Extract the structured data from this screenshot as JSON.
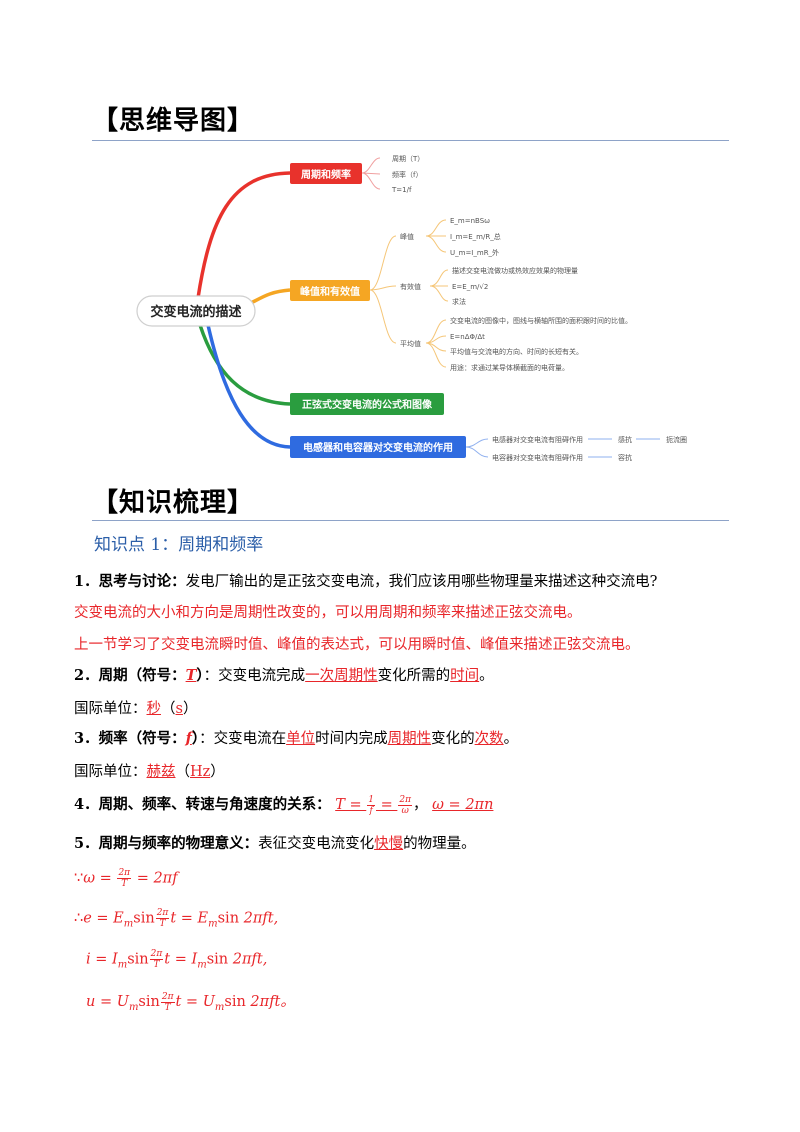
{
  "section1": {
    "title": "【思维导图】"
  },
  "mindmap": {
    "root": "交变电流的描述",
    "branches": [
      {
        "label": "周期和频率",
        "color": "#e8322c",
        "leaves": [
          "周期（T）",
          "频率（f）",
          "T=1/f"
        ]
      },
      {
        "label": "峰值和有效值",
        "color": "#f5a623",
        "groups": [
          {
            "label": "峰值",
            "leaves": [
              "E_m=nBSω",
              "I_m=E_m/R_总",
              "U_m=I_mR_外"
            ]
          },
          {
            "label": "有效值",
            "leaves": [
              "描述交变电流做功或热效应效果的物理量",
              "E=E_m/√2",
              "求法"
            ]
          },
          {
            "label": "平均值",
            "leaves": [
              "交变电流的图像中，图线与横轴所围的面积跟时间的比值。",
              "E=nΔΦ/Δt",
              "平均值与交流电的方向、时间的长短有关。",
              "用途：求通过某导体横截面的电荷量。"
            ]
          }
        ]
      },
      {
        "label": "正弦式交变电流的公式和图像",
        "color": "#2a9d3f"
      },
      {
        "label": "电感器和电容器对交变电流的作用",
        "color": "#2f6be0",
        "rows": [
          {
            "a": "电感器对交变电流有阻碍作用",
            "b": "感抗",
            "c": "扼流圈"
          },
          {
            "a": "电容器对交变电流有阻碍作用",
            "b": "容抗"
          }
        ]
      }
    ]
  },
  "section2": {
    "title": "【知识梳理】"
  },
  "kp1": {
    "title": "知识点 1：周期和频率"
  },
  "items": {
    "q1_label": "1．思考与讨论：",
    "q1_text": "发电厂输出的是正弦交变电流，我们应该用哪些物理量来描述这种交流电?",
    "ans1": "交变电流的大小和方向是周期性改变的，可以用周期和频率来描述正弦交流电。",
    "ans2": "上一节学习了交变电流瞬时值、峰值的表达式，可以用瞬时值、峰值来描述正弦交流电。",
    "q2_label": "2．周期（符号：",
    "q2_sym": "T",
    "q2_close": "）",
    "q2_t1": "：交变电流完成",
    "q2_b1": "一次",
    "q2_b2": "周期性",
    "q2_t2": "变化所需的",
    "q2_b3": "时间",
    "q2_end": "。",
    "unit_label": "国际单位：",
    "q2_unit": "秒",
    "q2_unit_sym": "s",
    "q3_label": "3．频率（符号：",
    "q3_sym": "f",
    "q3_close": "）",
    "q3_t1": "：交变电流在",
    "q3_b1": "单位",
    "q3_t2": "时间内完成",
    "q3_b2": "周期性",
    "q3_t3": "变化的",
    "q3_b3": "次数",
    "q3_end": "。",
    "q3_unit": "赫兹",
    "q3_unit_sym": "Hz",
    "q4_label": "4．周期、频率、转速与角速度的关系：",
    "q5_label": "5．周期与频率的物理意义：",
    "q5_t1": "表征交变电流变化",
    "q5_b1": "快慢",
    "q5_t2": "的物理量。"
  }
}
